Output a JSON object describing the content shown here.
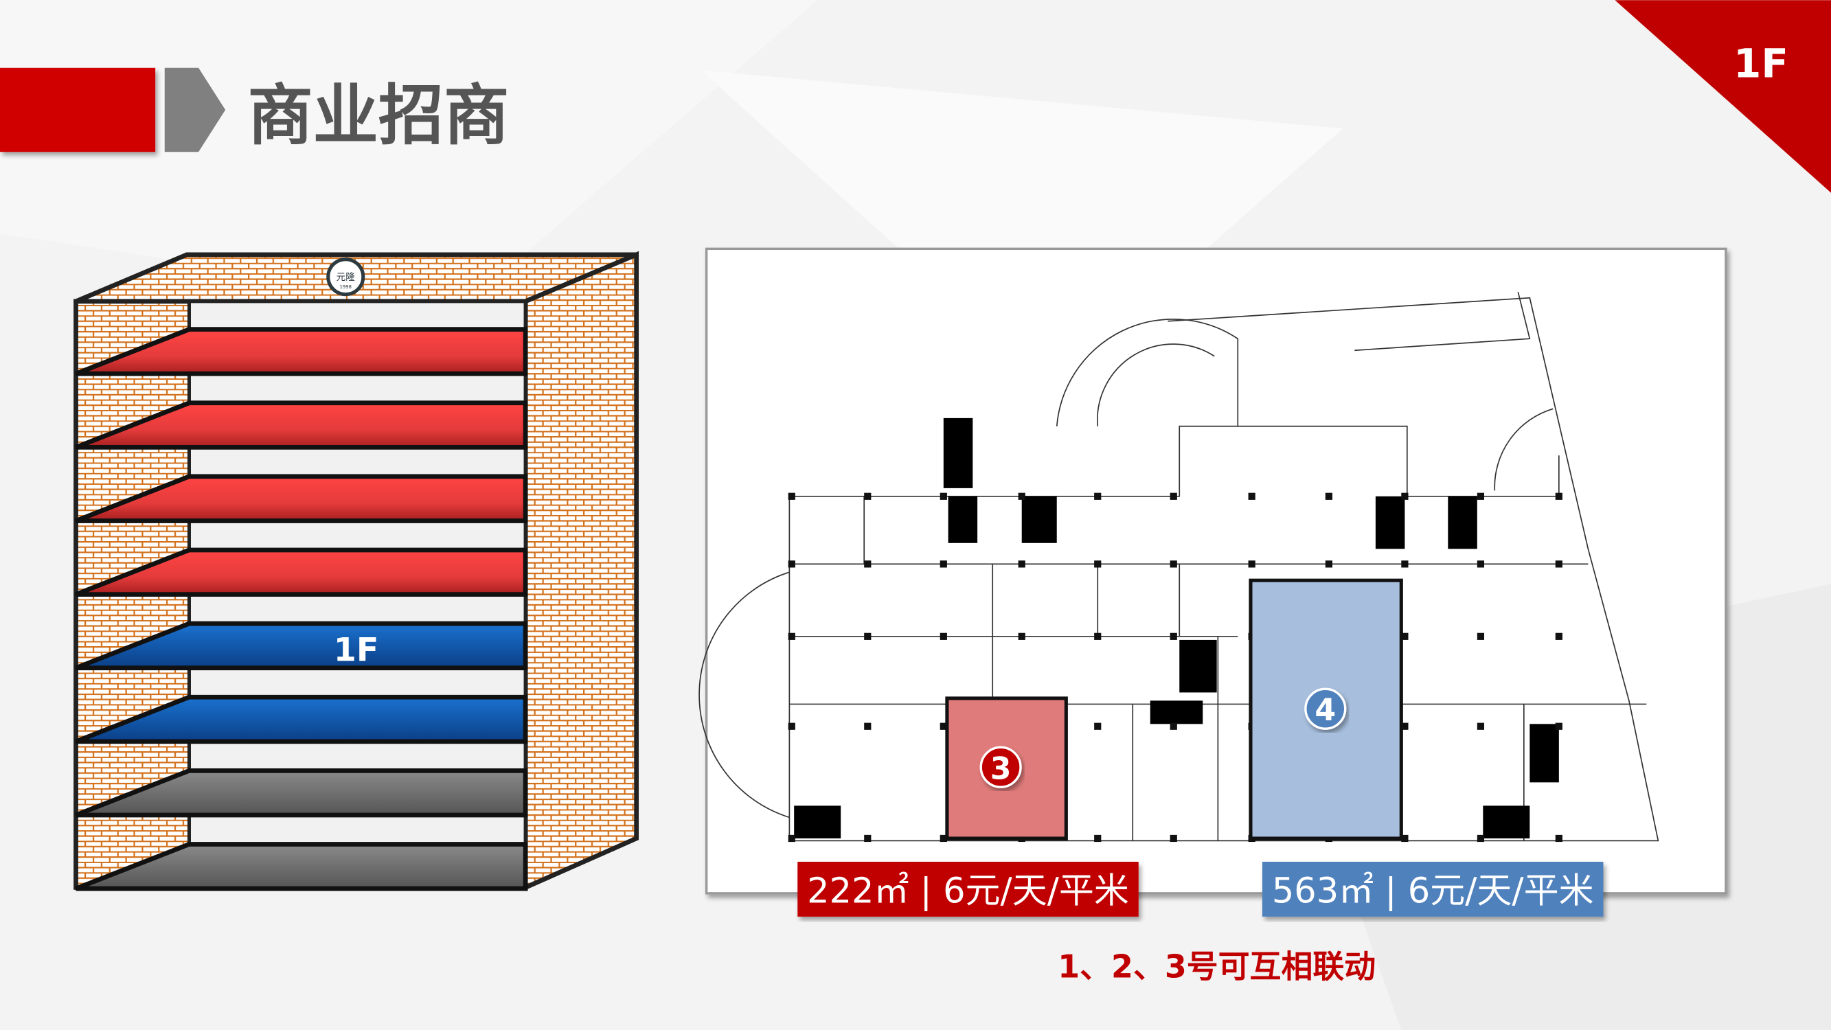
{
  "header": {
    "title": "商业招商",
    "floor_badge": "1F"
  },
  "building": {
    "logo_text": "元隆",
    "logo_year": "1998",
    "current_floor_label": "1F",
    "floors": [
      "red",
      "red",
      "red",
      "red",
      "blue",
      "blue",
      "gray",
      "gray"
    ]
  },
  "floor_plan": {
    "units": [
      {
        "number": "3",
        "area_label": "222㎡ | 6元/天/平米",
        "color": "#c00000"
      },
      {
        "number": "4",
        "area_label": "563㎡ | 6元/天/平米",
        "color": "#4f81bd"
      }
    ]
  },
  "footer": {
    "note": "1、2、3号可互相联动"
  },
  "colors": {
    "accent_red": "#d00000",
    "accent_blue": "#4f81bd",
    "title_gray": "#555555"
  }
}
